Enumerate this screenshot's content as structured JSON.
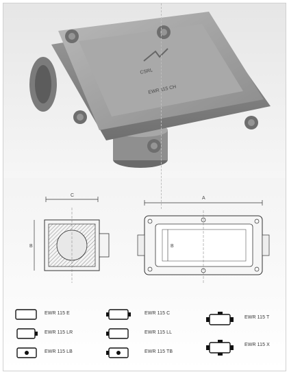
{
  "product": {
    "embossed_text": [
      "CSRL",
      "EWR 115 CH"
    ]
  },
  "drawing": {
    "dim_labels": [
      "C",
      "A",
      "B"
    ]
  },
  "legend": [
    {
      "label": "EWR 115 E",
      "icon": "rect-plain-icon"
    },
    {
      "label": "EWR 115 LR",
      "icon": "rect-lr-icon"
    },
    {
      "label": "EWR 115 LB",
      "icon": "rect-lb-icon"
    },
    {
      "label": "EWR 115 C",
      "icon": "rect-c-icon"
    },
    {
      "label": "EWR 115 LL",
      "icon": "rect-ll-icon"
    },
    {
      "label": "EWR 115 TB",
      "icon": "rect-tb-icon"
    },
    {
      "label": "EWR 115 T",
      "icon": "tee-icon"
    },
    {
      "label": "EWR 115 X",
      "icon": "cross-icon"
    }
  ]
}
